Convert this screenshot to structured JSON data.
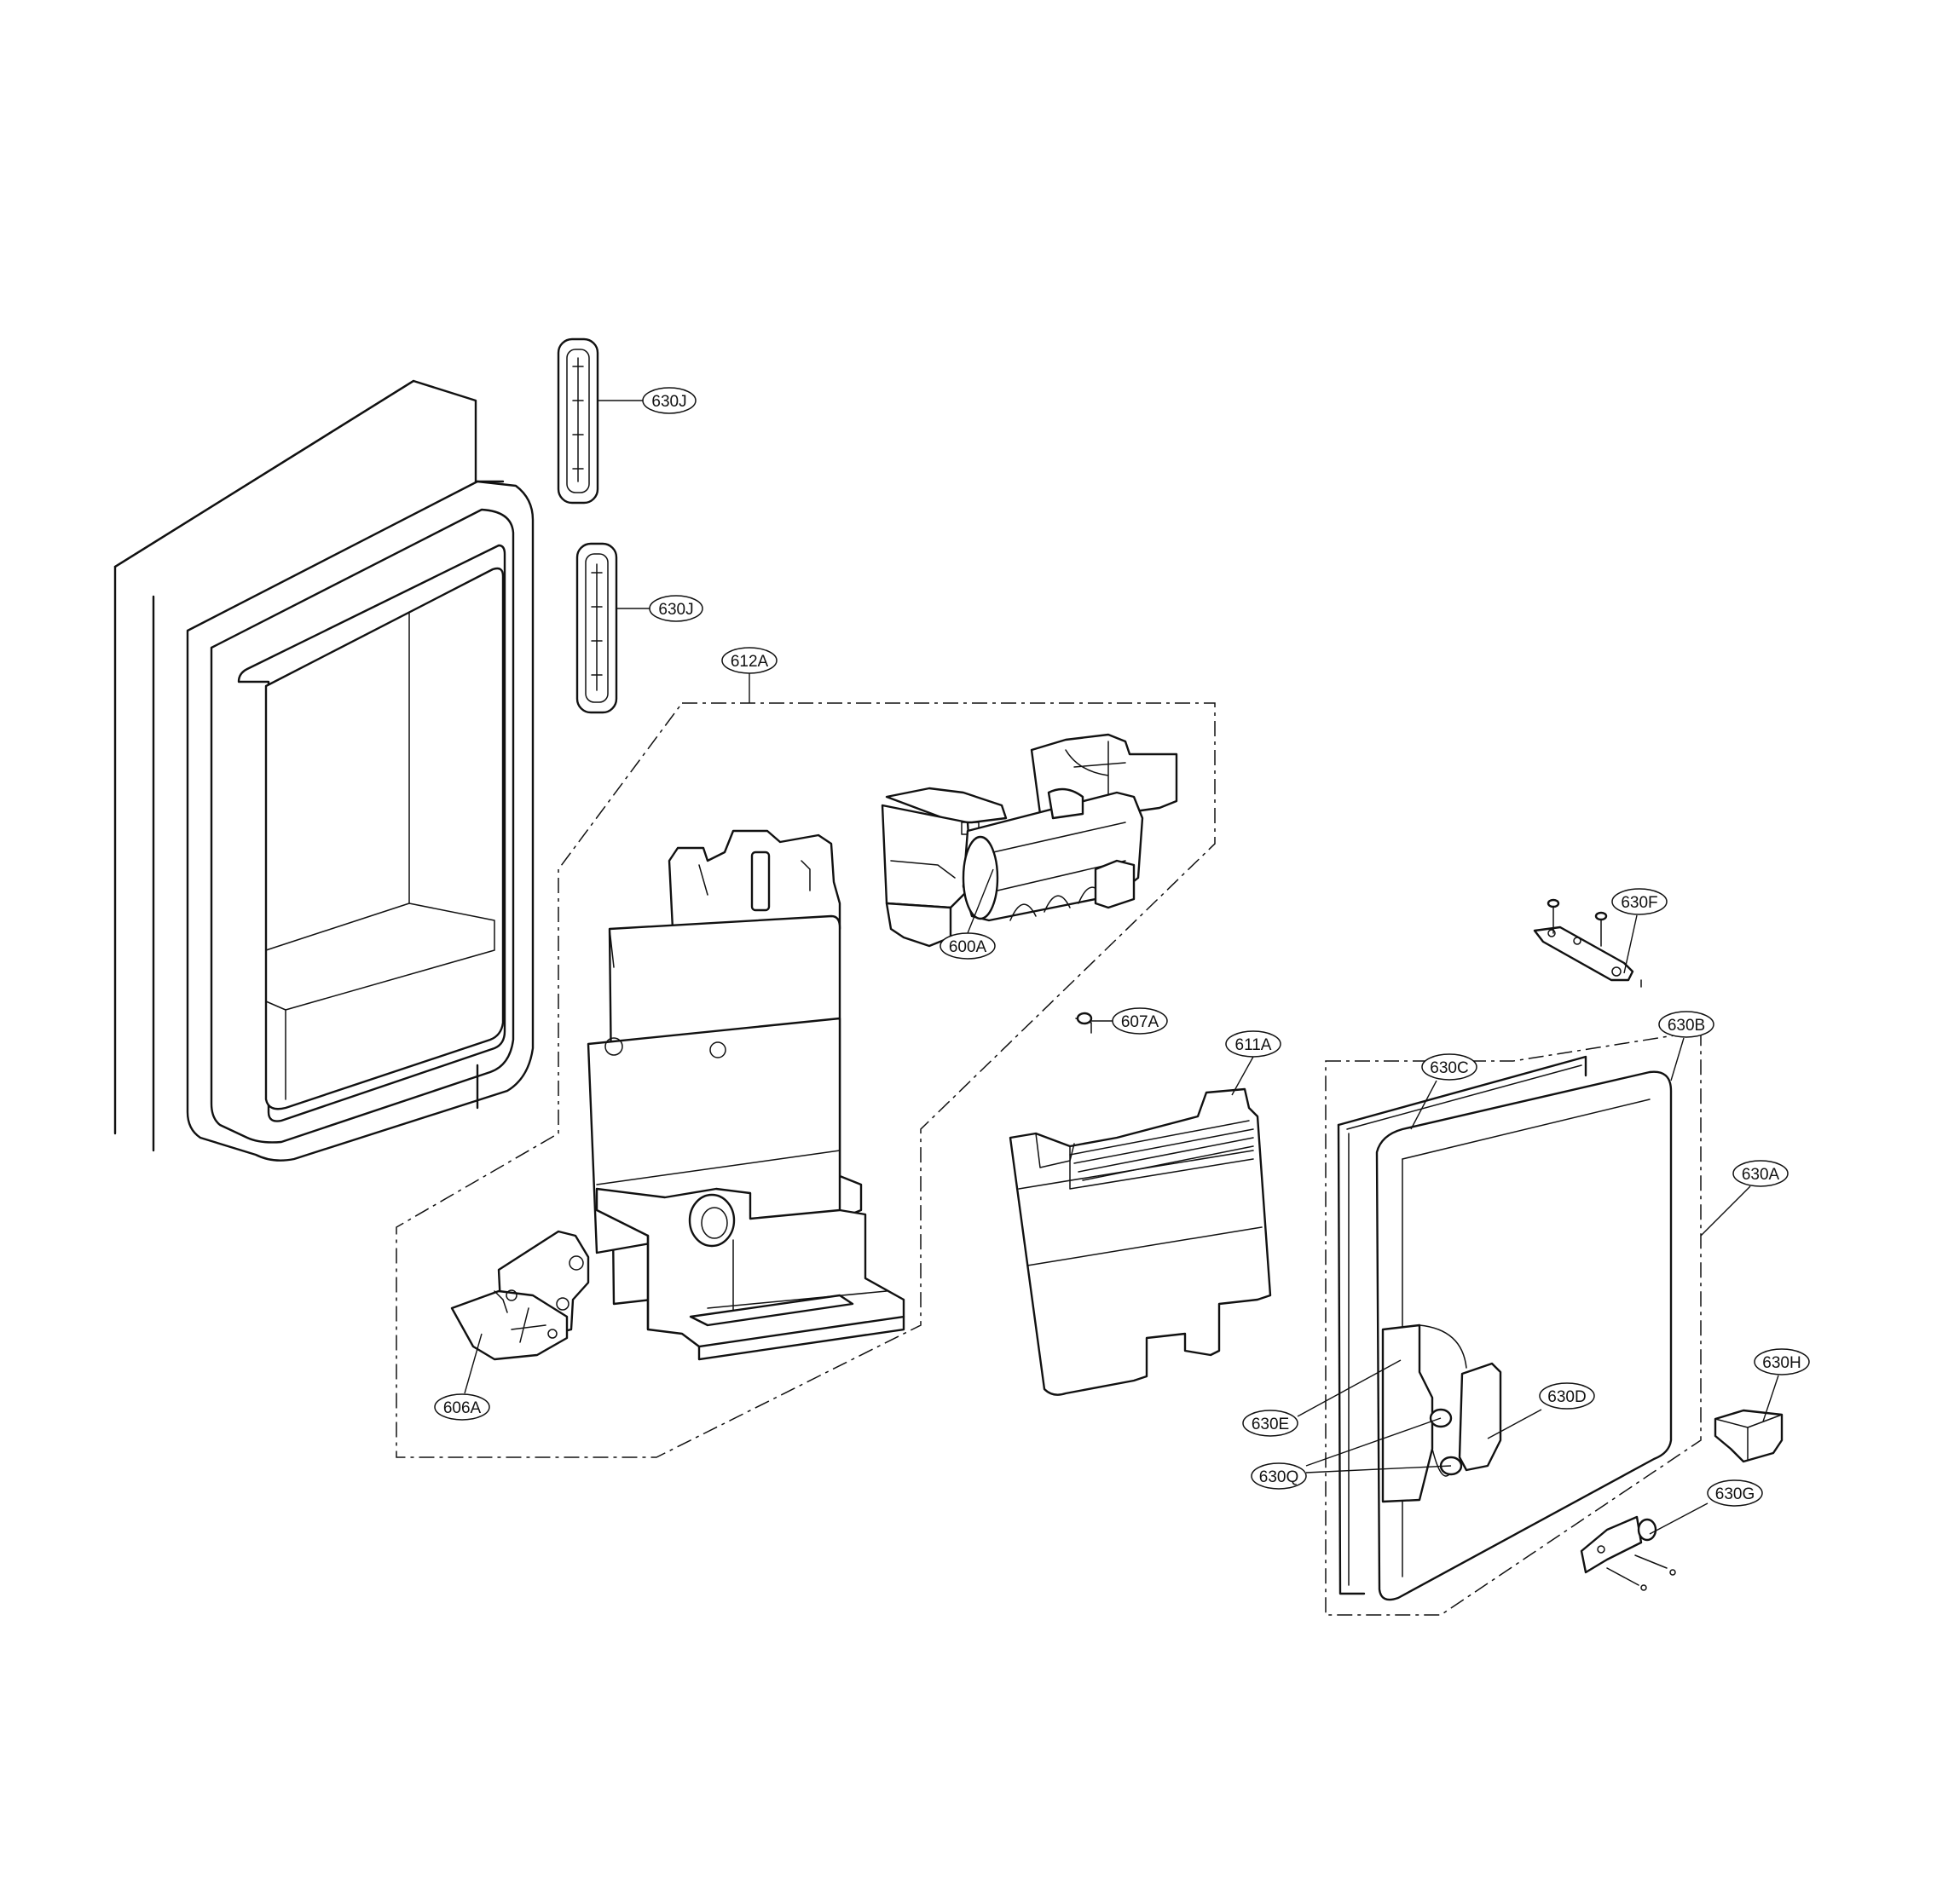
{
  "callouts": [
    {
      "id": "630J",
      "label": "630J"
    },
    {
      "id": "630J-2",
      "label": "630J"
    },
    {
      "id": "612A",
      "label": "612A"
    },
    {
      "id": "600A",
      "label": "600A"
    },
    {
      "id": "607A",
      "label": "607A"
    },
    {
      "id": "611A",
      "label": "611A"
    },
    {
      "id": "606A",
      "label": "606A"
    },
    {
      "id": "630F",
      "label": "630F"
    },
    {
      "id": "630B",
      "label": "630B"
    },
    {
      "id": "630C",
      "label": "630C"
    },
    {
      "id": "630A",
      "label": "630A"
    },
    {
      "id": "630H",
      "label": "630H"
    },
    {
      "id": "630D",
      "label": "630D"
    },
    {
      "id": "630E",
      "label": "630E"
    },
    {
      "id": "630Q",
      "label": "630Q"
    },
    {
      "id": "630G",
      "label": "630G"
    }
  ]
}
